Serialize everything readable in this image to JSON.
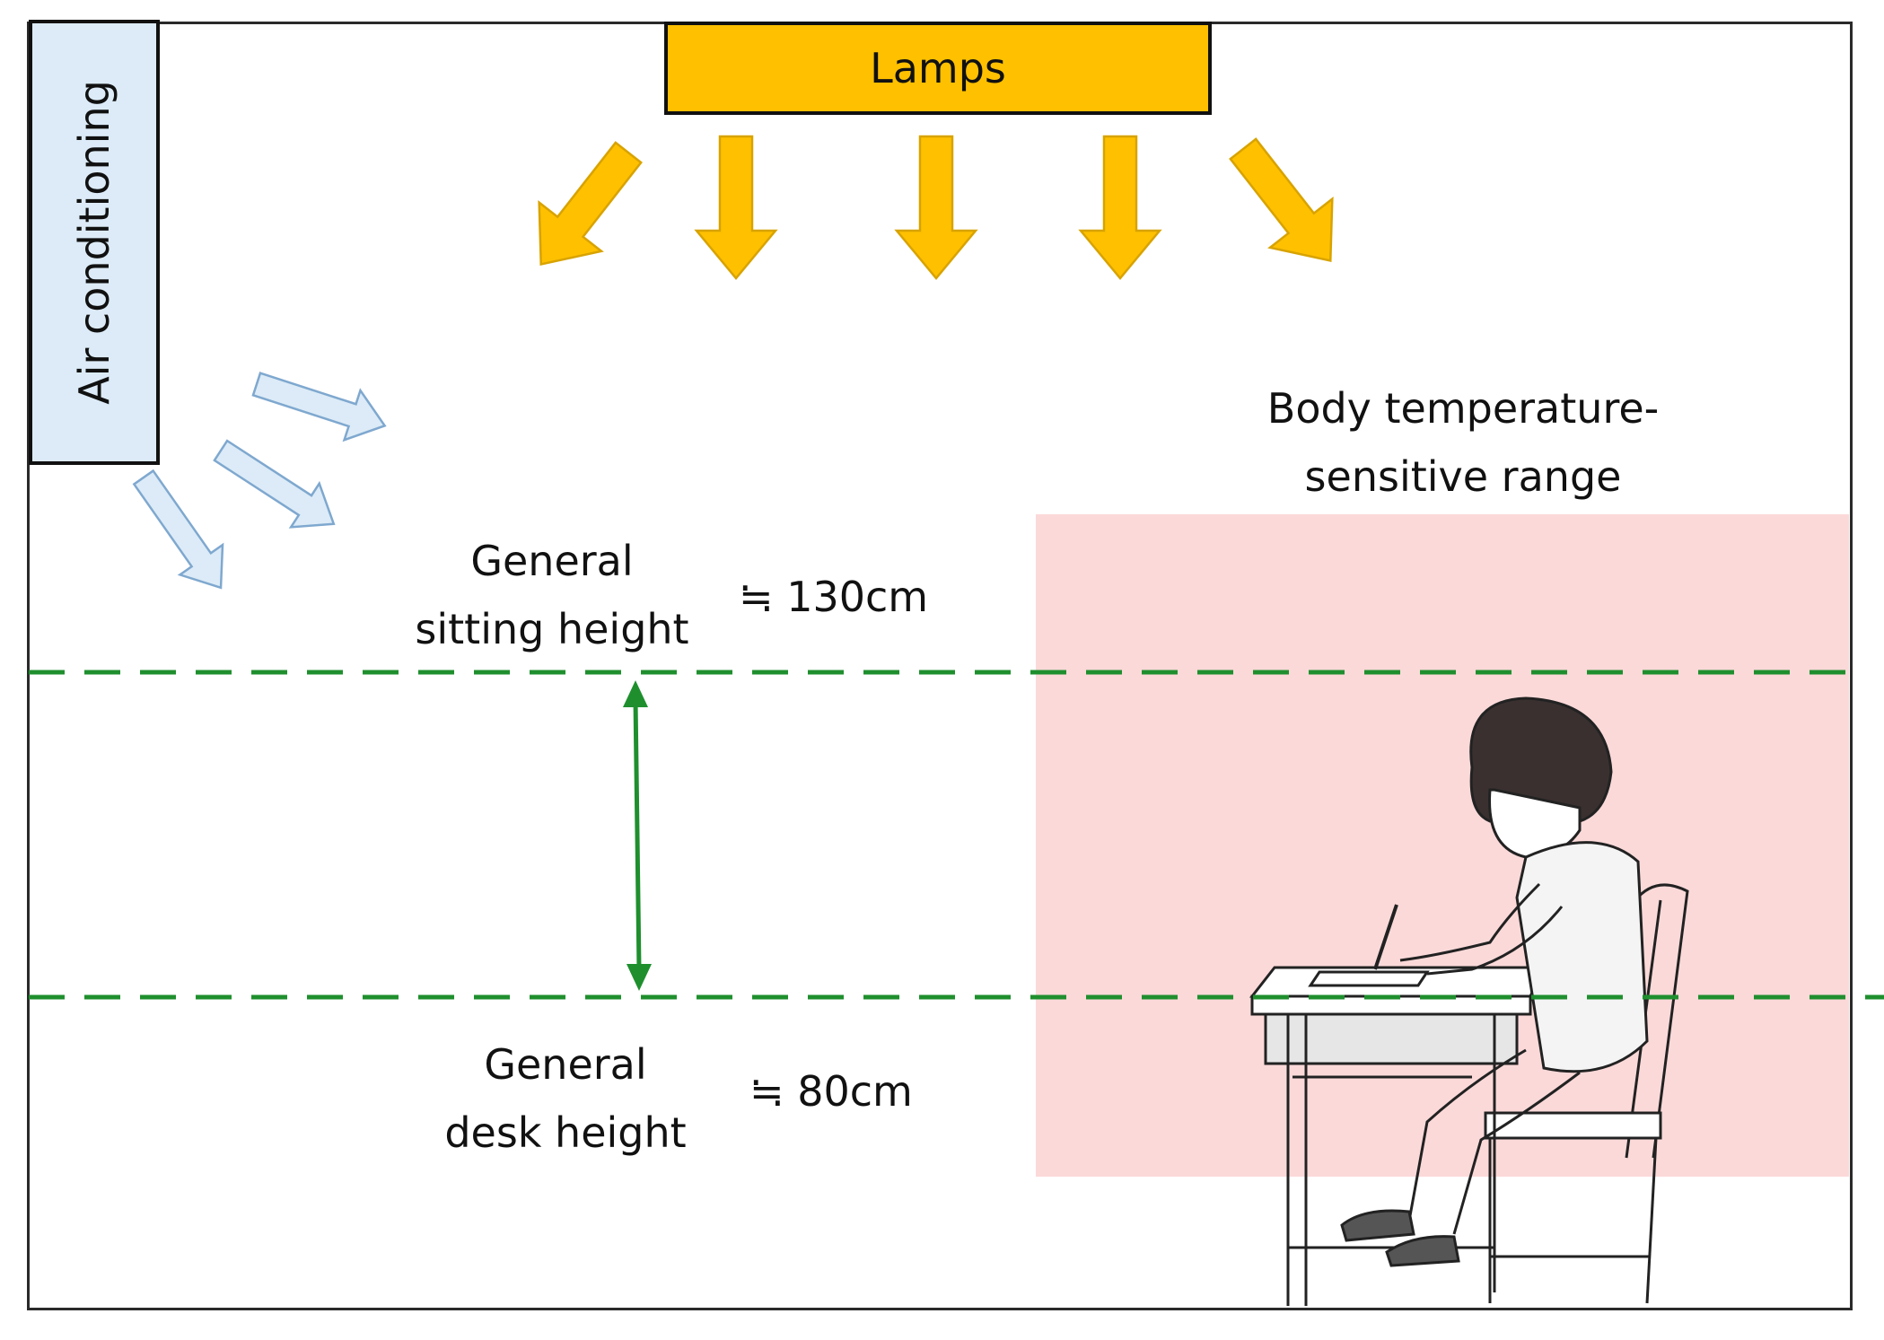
{
  "labels": {
    "air_conditioning": "Air conditioning",
    "lamps": "Lamps",
    "body_zone_line1": "Body temperature-",
    "body_zone_line2": "sensitive range",
    "sitting_line1": "General",
    "sitting_line2": "sitting height",
    "sitting_value": "≒ 130cm",
    "desk_line1": "General",
    "desk_line2": "desk height",
    "desk_value": "≒ 80cm"
  },
  "colors": {
    "lamp_fill": "#ffc000",
    "ac_fill": "#dcebf7",
    "ac_arrow_stroke": "#7fa8cf",
    "zone_fill": "#fcd9d9",
    "height_line": "#1f8f2e",
    "lamp_arrow_stroke": "#d8a300"
  },
  "icons": {
    "figure": "seated-student-at-desk-illustration"
  }
}
